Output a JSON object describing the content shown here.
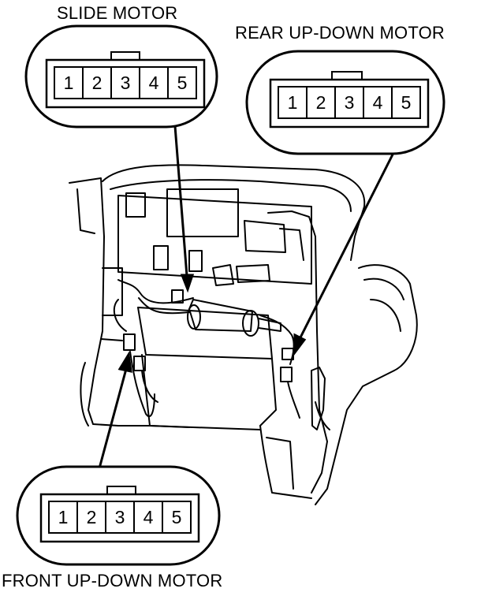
{
  "labels": {
    "slide_motor": "SLIDE MOTOR",
    "rear_up_down_motor": "REAR UP-DOWN MOTOR",
    "front_up_down_motor": "FRONT UP-DOWN MOTOR"
  },
  "connectors": {
    "slide_motor": {
      "pins": [
        "1",
        "2",
        "3",
        "4",
        "5"
      ]
    },
    "rear_up_down_motor": {
      "pins": [
        "1",
        "2",
        "3",
        "4",
        "5"
      ]
    },
    "front_up_down_motor": {
      "pins": [
        "1",
        "2",
        "3",
        "4",
        "5"
      ]
    }
  },
  "colors": {
    "line": "#000000",
    "background": "#ffffff"
  }
}
